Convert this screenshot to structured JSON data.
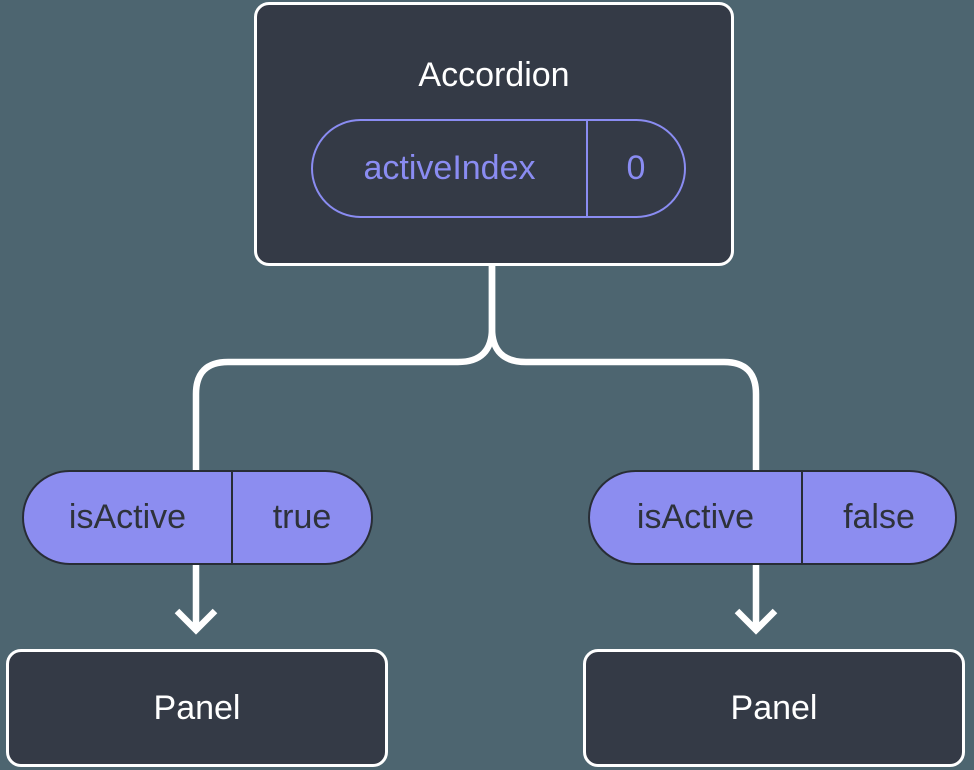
{
  "diagram": {
    "background_color": "#4d6570",
    "line_color": "#ffffff",
    "colors": {
      "node_fill": "#343a46",
      "node_border": "#ffffff",
      "node_text": "#ffffff",
      "accent_purple": "#8a8cf2",
      "prop_pill_fill": "#8c8df0",
      "prop_pill_border": "#282d35",
      "prop_pill_text": "#2e323a"
    },
    "root": {
      "label": "Accordion",
      "state": {
        "name": "activeIndex",
        "value": "0"
      }
    },
    "branches": [
      {
        "prop": {
          "name": "isActive",
          "value": "true"
        },
        "child": {
          "label": "Panel"
        }
      },
      {
        "prop": {
          "name": "isActive",
          "value": "false"
        },
        "child": {
          "label": "Panel"
        }
      }
    ]
  }
}
